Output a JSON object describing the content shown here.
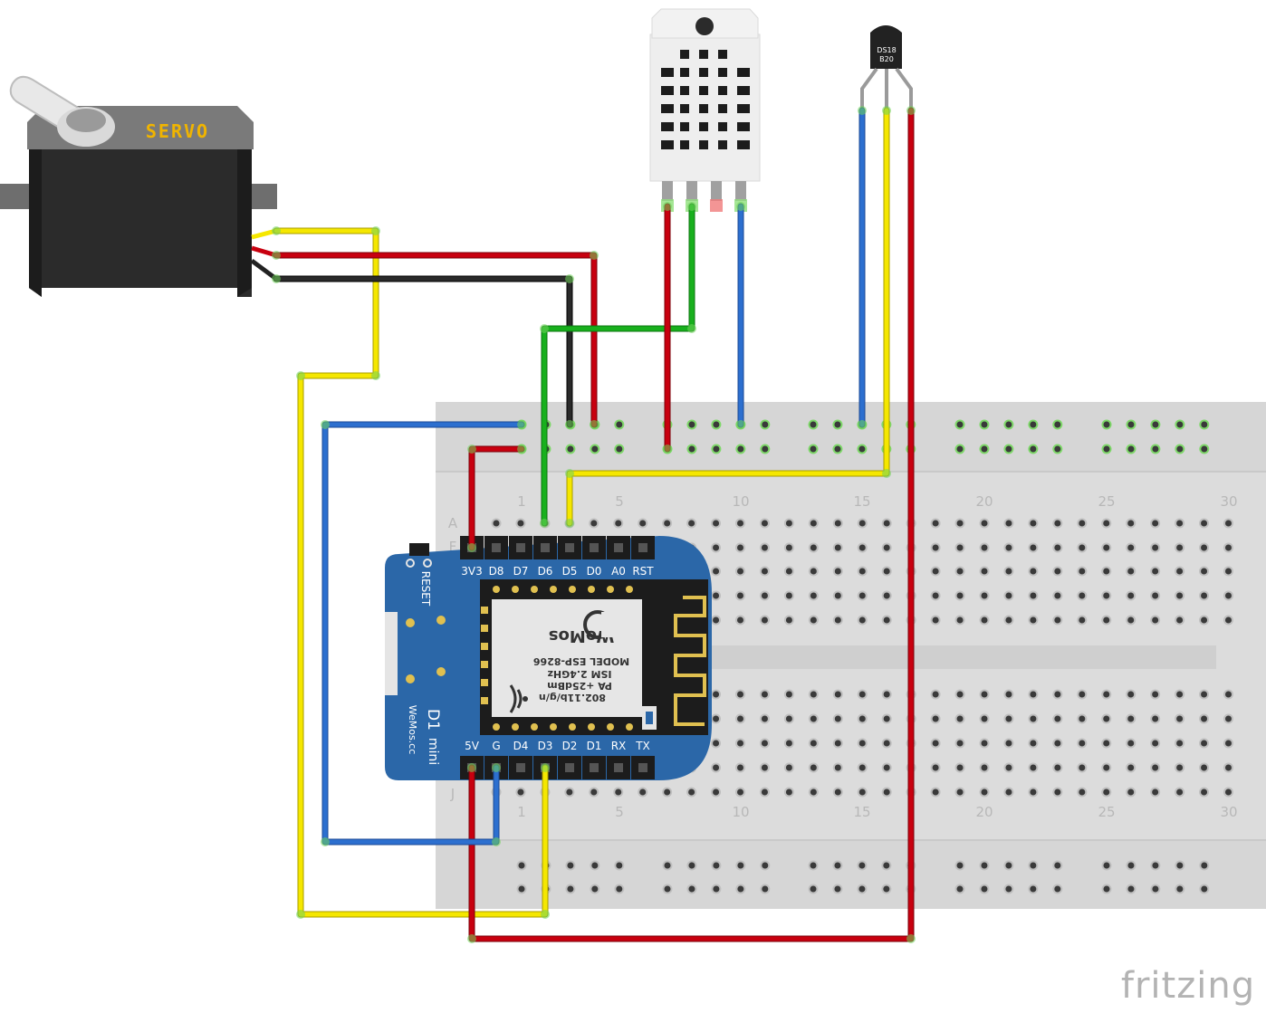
{
  "servo": {
    "label": "SERVO"
  },
  "sensor_ds": {
    "label_line1": "DS18",
    "label_line2": "B20"
  },
  "breadboard": {
    "columns_top": [
      "1",
      "5",
      "10",
      "15",
      "20",
      "25",
      "30"
    ],
    "columns_bottom": [
      "1",
      "5",
      "10",
      "15",
      "20",
      "25",
      "30"
    ],
    "row_top": "A",
    "row_top2": "F",
    "row_bottom": "J"
  },
  "board": {
    "name": "D1",
    "name2": "mini",
    "brand": "WeMos.cc",
    "reset_label": "RESET",
    "top_pins": [
      "3V3",
      "D8",
      "D7",
      "D6",
      "D5",
      "D0",
      "A0",
      "RST"
    ],
    "bottom_pins": [
      "5V",
      "G",
      "D4",
      "D3",
      "D2",
      "D1",
      "RX",
      "TX"
    ],
    "module_lines": [
      "MODEL  ESP-8266",
      "ISM 2.4GHz",
      "PA +25dBm",
      "802.11b/g/n"
    ],
    "module_brand": "WeMos"
  },
  "footer": {
    "logo": "fritzing"
  },
  "colors": {
    "wire_yellow": "#f5e700",
    "wire_red": "#c8000f",
    "wire_black": "#222222",
    "wire_green": "#18b01d",
    "wire_blue": "#2c6fcf",
    "board_blue": "#2b67a8",
    "breadboard": "#dcdcdc"
  }
}
